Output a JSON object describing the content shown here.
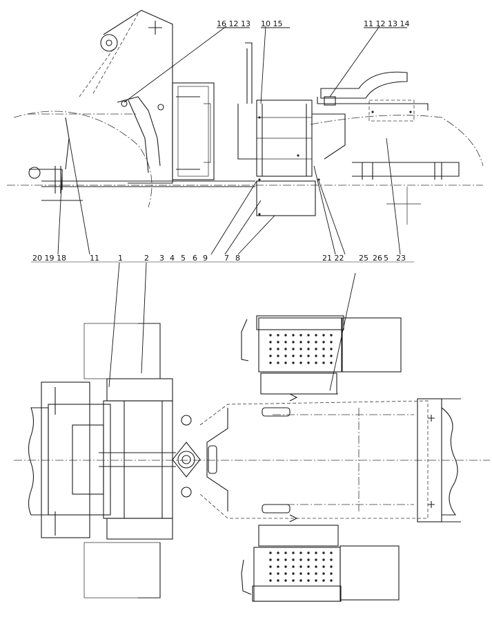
{
  "top_view": {
    "callouts_top": [
      "16 12 13",
      "10 15",
      "11 12 13 14"
    ],
    "callouts_bottom": [
      "20 19 18",
      "11",
      "1",
      "2",
      "3",
      "4",
      "5",
      "6",
      "9",
      "7",
      "8",
      "21 22",
      "25",
      "26",
      "5",
      "23"
    ]
  },
  "icons": {
    "dot": "hole-icon"
  }
}
